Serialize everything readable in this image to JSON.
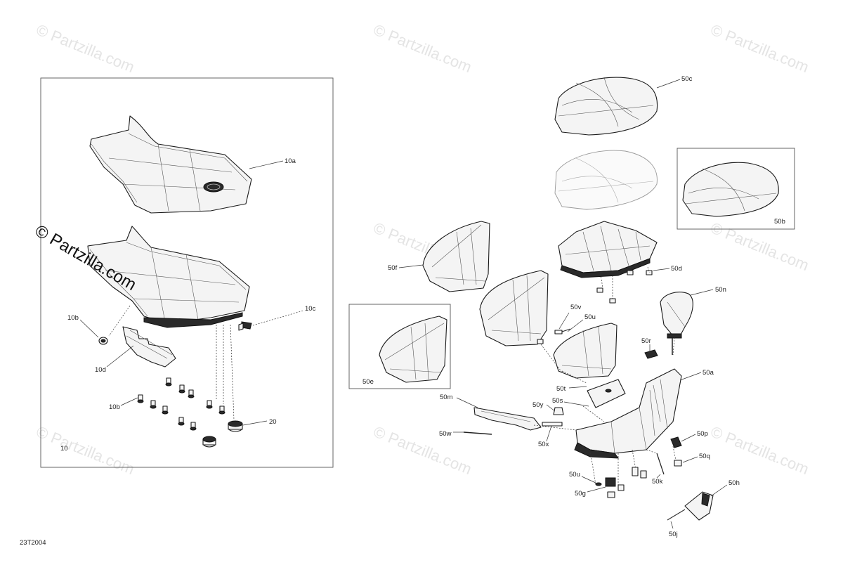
{
  "diagram_code": "23T2004",
  "watermark": "© Partzilla.com",
  "watermark_overlay": "© Partzilla.com",
  "callouts": {
    "c10a": "10a",
    "c10b_top": "10b",
    "c10c": "10c",
    "c10d": "10d",
    "c10b_bot": "10b",
    "c20": "20",
    "c10": "10",
    "c50c": "50c",
    "c50b": "50b",
    "c50d": "50d",
    "c50f": "50f",
    "c50e": "50e",
    "c50n": "50n",
    "c50v": "50v",
    "c50u_top": "50u",
    "c50r": "50r",
    "c50a": "50a",
    "c50t": "50t",
    "c50s": "50s",
    "c50m": "50m",
    "c50y": "50y",
    "c50w": "50w",
    "c50x": "50x",
    "c50p": "50p",
    "c50q": "50q",
    "c50u_bot": "50u",
    "c50k": "50k",
    "c50g": "50g",
    "c50h": "50h",
    "c50j": "50j"
  }
}
